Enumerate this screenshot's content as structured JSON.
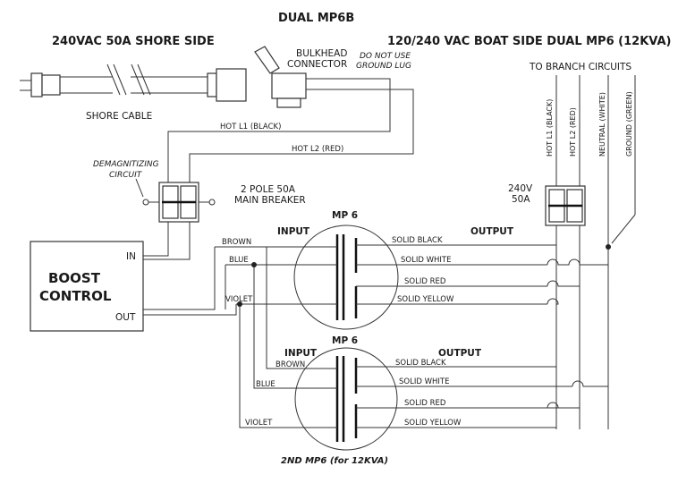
{
  "titles": {
    "main": "DUAL MP6B",
    "shore_side": "240VAC 50A SHORE SIDE",
    "boat_side": "120/240 VAC BOAT SIDE DUAL MP6  (12KVA)"
  },
  "labels": {
    "shore_cable": "SHORE CABLE",
    "bulkhead_line1": "BULKHEAD",
    "bulkhead_line2": "CONNECTOR",
    "no_ground_line1": "DO NOT USE",
    "no_ground_line2": "GROUND LUG",
    "hot_l1": "HOT L1 (BLACK)",
    "hot_l2": "HOT L2 (RED)",
    "demag_line1": "DEMAGNITIZING",
    "demag_line2": "CIRCUIT",
    "main_breaker_line1": "2 POLE 50A",
    "main_breaker_line2": "MAIN BREAKER",
    "branch_circuits": "TO BRANCH CIRCUITS",
    "branch_breaker_line1": "240V",
    "branch_breaker_line2": "50A",
    "boost_line1": "BOOST",
    "boost_line2": "CONTROL",
    "boost_in": "IN",
    "boost_out": "OUT",
    "second_mp6": "2ND MP6 (for 12KVA)"
  },
  "branch_wires": [
    "HOT L1 (BLACK)",
    "HOT L2 (RED)",
    "NEUTRAL (WHITE)",
    "GROUND (GREEN)"
  ],
  "transformers": [
    {
      "name": "MP 6",
      "input_label": "INPUT",
      "output_label": "OUTPUT",
      "inputs": [
        "BROWN",
        "BLUE",
        "VIOLET"
      ],
      "outputs": [
        "SOLID BLACK",
        "SOLID WHITE",
        "SOLID RED",
        "SOLID YELLOW"
      ]
    },
    {
      "name": "MP 6",
      "input_label": "INPUT",
      "output_label": "OUTPUT",
      "inputs": [
        "BROWN",
        "BLUE",
        "VIOLET"
      ],
      "outputs": [
        "SOLID BLACK",
        "SOLID WHITE",
        "SOLID RED",
        "SOLID YELLOW"
      ]
    }
  ]
}
